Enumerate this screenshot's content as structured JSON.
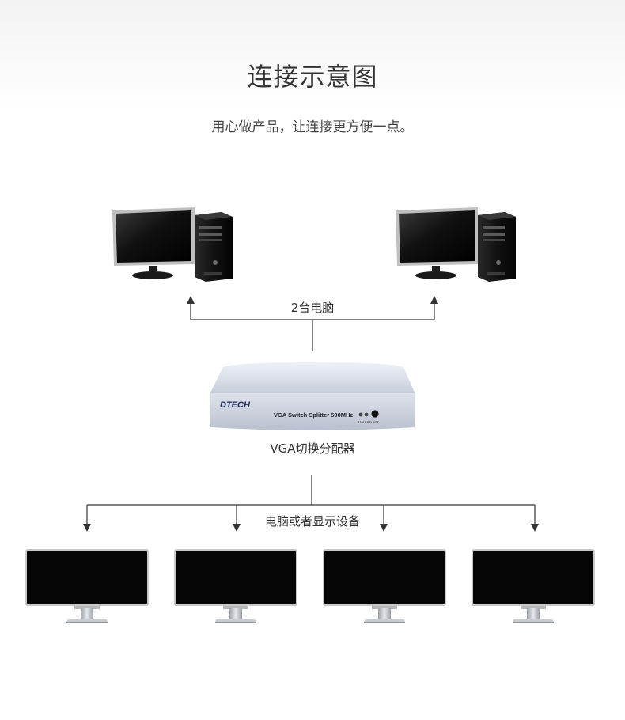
{
  "title": "连接示意图",
  "subtitle": "用心做产品，让连接更方便一点。",
  "labels": {
    "pcs": "2台电脑",
    "splitter": "VGA切换分配器",
    "displays": "电脑或者显示设备"
  },
  "device": {
    "brand": "DTECH",
    "model": "VGA Switch Splitter 500MHz",
    "leds": "A1 A2 SELECT"
  },
  "nodes": {
    "pc_icon": "desktop-computer-icon",
    "monitor_icon": "widescreen-monitor-icon",
    "splitter_icon": "vga-splitter-box-icon"
  },
  "colors": {
    "line": "#333333",
    "device_body": "#d5dae6",
    "screen": "#0a0a0a"
  }
}
